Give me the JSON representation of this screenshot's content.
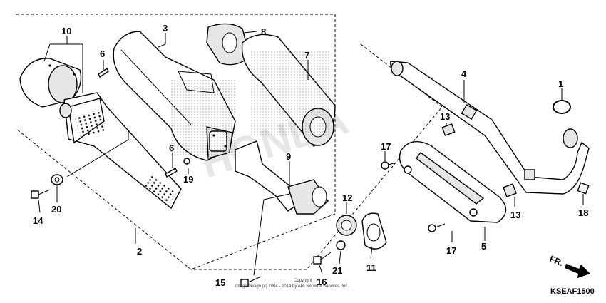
{
  "callouts": [
    {
      "id": "c1",
      "label": "1"
    },
    {
      "id": "c2",
      "label": "2"
    },
    {
      "id": "c3",
      "label": "3"
    },
    {
      "id": "c4",
      "label": "4"
    },
    {
      "id": "c5",
      "label": "5"
    },
    {
      "id": "c6a",
      "label": "6"
    },
    {
      "id": "c6b",
      "label": "6"
    },
    {
      "id": "c7",
      "label": "7"
    },
    {
      "id": "c8",
      "label": "8"
    },
    {
      "id": "c9",
      "label": "9"
    },
    {
      "id": "c10",
      "label": "10"
    },
    {
      "id": "c11",
      "label": "11"
    },
    {
      "id": "c12",
      "label": "12"
    },
    {
      "id": "c13a",
      "label": "13"
    },
    {
      "id": "c13b",
      "label": "13"
    },
    {
      "id": "c14",
      "label": "14"
    },
    {
      "id": "c15",
      "label": "15"
    },
    {
      "id": "c16",
      "label": "16"
    },
    {
      "id": "c17a",
      "label": "17"
    },
    {
      "id": "c17b",
      "label": "17"
    },
    {
      "id": "c18",
      "label": "18"
    },
    {
      "id": "c19",
      "label": "19"
    },
    {
      "id": "c20",
      "label": "20"
    },
    {
      "id": "c21",
      "label": "21"
    }
  ],
  "copyright_line1": "Copyright",
  "copyright_line2": "Image design (c) 2004 - 2014 by ARI Network Services, Inc.",
  "watermark": "HONDA",
  "diagram_code": "KSEAF1500",
  "direction_label": "FR."
}
